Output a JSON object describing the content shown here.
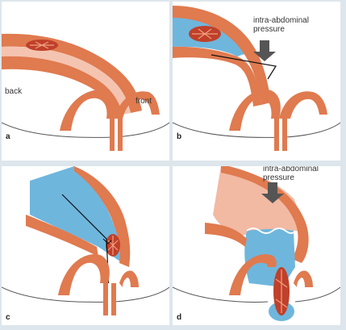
{
  "panels": [
    {
      "id": "a",
      "label": "a",
      "annotations": {
        "back": "back",
        "front": "front"
      }
    },
    {
      "id": "b",
      "label": "b",
      "annotations": {
        "pressure_line1": "intra-abdominal",
        "pressure_line2": "pressure"
      }
    },
    {
      "id": "c",
      "label": "c"
    },
    {
      "id": "d",
      "label": "d",
      "annotations": {
        "pressure_line1": "intra-abdominal",
        "pressure_line2": "pressure"
      }
    }
  ],
  "colors": {
    "tissue": "#d9774d",
    "tissue_light": "#f2b9a3",
    "fluid": "#6fb6dd",
    "mass": "#c0402a",
    "background": "#dde6ec"
  }
}
